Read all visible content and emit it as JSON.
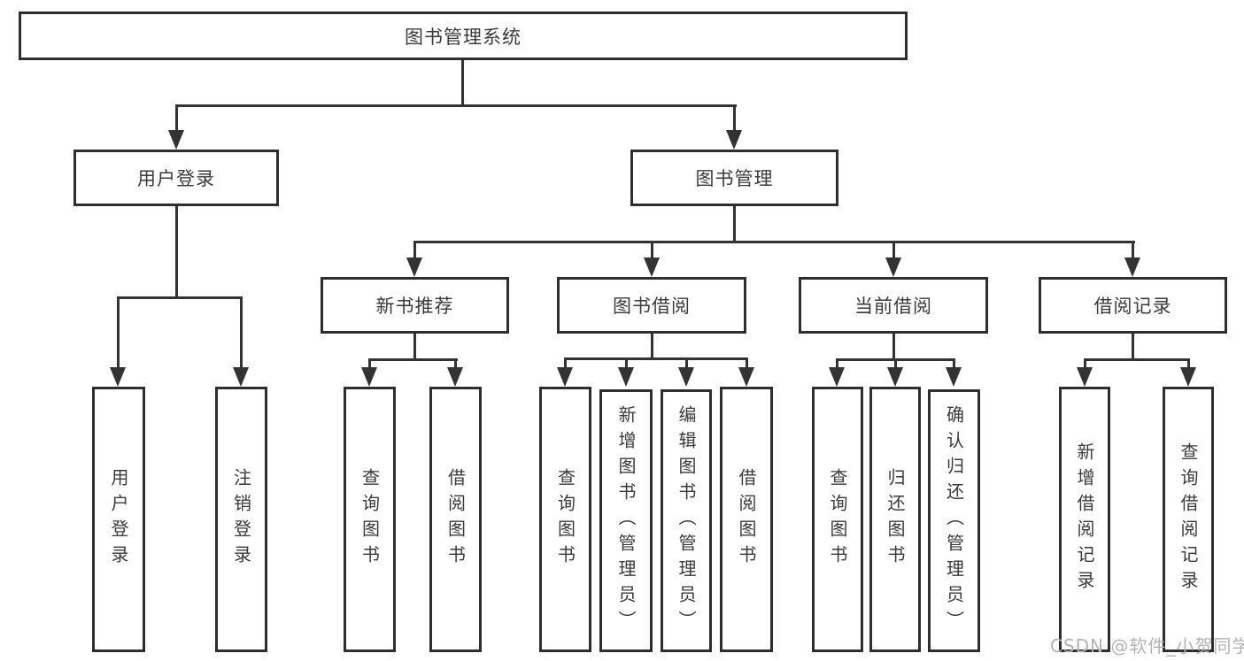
{
  "tree": {
    "root": {
      "label": "图书管理系统",
      "children": [
        {
          "label": "用户登录",
          "children": [
            {
              "label": "用户登录"
            },
            {
              "label": "注销登录"
            }
          ]
        },
        {
          "label": "图书管理",
          "children": [
            {
              "label": "新书推荐",
              "children": [
                {
                  "label": "查询图书"
                },
                {
                  "label": "借阅图书"
                }
              ]
            },
            {
              "label": "图书借阅",
              "children": [
                {
                  "label": "查询图书"
                },
                {
                  "label": "新增图书（管理员）"
                },
                {
                  "label": "编辑图书（管理员）"
                },
                {
                  "label": "借阅图书"
                }
              ]
            },
            {
              "label": "当前借阅",
              "children": [
                {
                  "label": "查询图书"
                },
                {
                  "label": "归还图书"
                },
                {
                  "label": "确认归还（管理员）"
                }
              ]
            },
            {
              "label": "借阅记录",
              "children": [
                {
                  "label": "新增借阅记录"
                },
                {
                  "label": "查询借阅记录"
                }
              ]
            }
          ]
        }
      ]
    }
  },
  "colors": {
    "border": "#2e2e2e",
    "line": "#333333",
    "text": "#3a3a3a",
    "watermark": "#b3b3b3"
  },
  "watermark": {
    "text": "CSDN @软件_小贺同学"
  }
}
